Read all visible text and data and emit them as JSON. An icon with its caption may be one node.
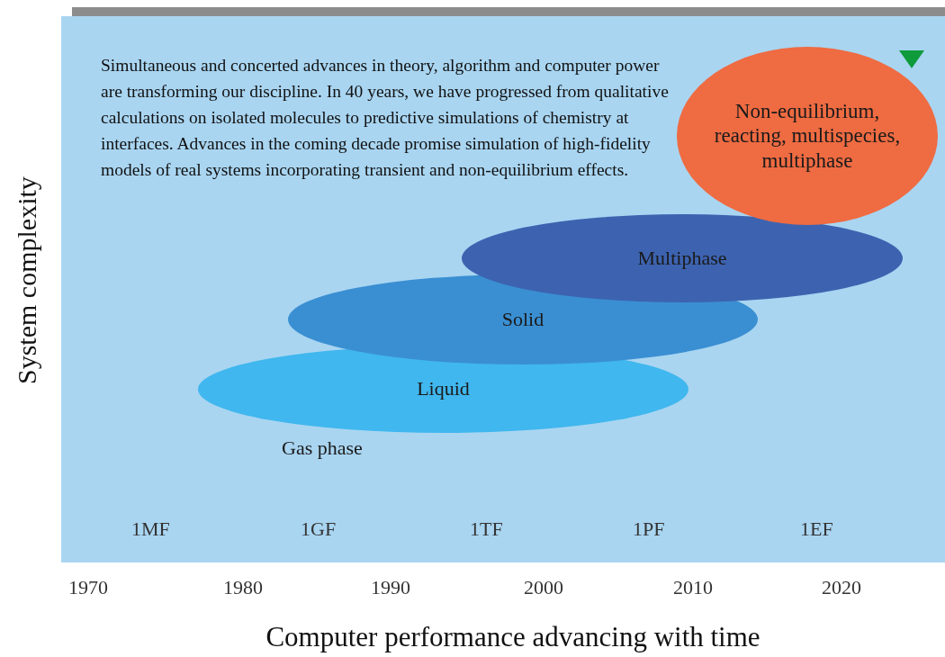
{
  "diagram": {
    "nodes": [
      {
        "text": [
          "Non-equilibrium, reacting, multispecies, multiphase"
        ]
      },
      {
        "text": [
          "Multiphase"
        ]
      },
      {
        "text": [
          "Solid"
        ]
      },
      {
        "text": [
          "Liquid"
        ]
      }
    ],
    "labels": [
      "Simultaneous and concerted advances in theory, algorithm and computer power are transforming our discipline. In 40 years, we have progressed from qualitative calculations on isolated molecules to predictive simulations of chemistry at interfaces. Advances in the coming decade promise simulation of high-fidelity models of real systems incorporating transient and non-equilibrium effects.",
      "Gas phase",
      "1MF",
      "1GF",
      "1TF",
      "1PF",
      "1EF",
      "1970",
      "1980",
      "1990",
      "2000",
      "2010",
      "2020",
      "System complexity",
      "Computer performance advancing with time"
    ]
  }
}
